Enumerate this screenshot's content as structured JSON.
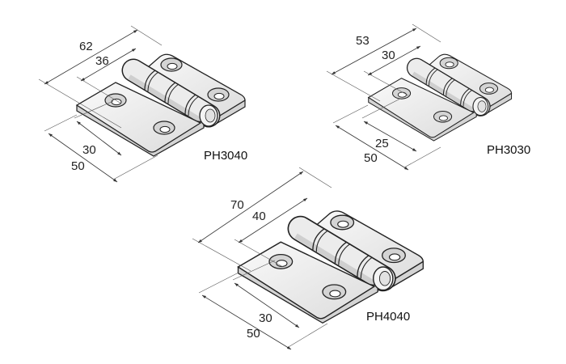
{
  "colors": {
    "metal": "#eeeeee",
    "metal_shade": "#d4d4d4",
    "outline": "#222222",
    "dimension": "#333333"
  },
  "hinges": [
    {
      "model": "PH3040",
      "dims": {
        "overall_length": "62",
        "barrel_length": "36",
        "hole_spacing": "30",
        "leaf_width": "50"
      }
    },
    {
      "model": "PH3030",
      "dims": {
        "overall_length": "53",
        "barrel_length": "30",
        "hole_spacing": "25",
        "leaf_width": "50"
      }
    },
    {
      "model": "PH4040",
      "dims": {
        "overall_length": "70",
        "barrel_length": "40",
        "hole_spacing": "30",
        "leaf_width": "50"
      }
    }
  ]
}
